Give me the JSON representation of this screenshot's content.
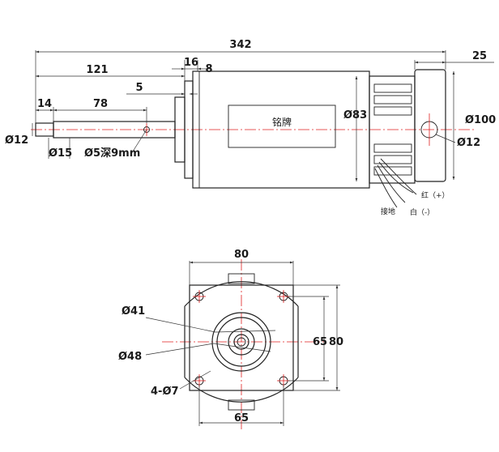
{
  "colors": {
    "outline": "#222222",
    "centerline": "#e02020",
    "background": "#ffffff"
  },
  "side_view": {
    "overall_length": "342",
    "shaft_extension": "121",
    "flange_thickness": "16",
    "collar_width": "8",
    "keyway_offset": "5",
    "shaft_step": "14",
    "shaft_length": "78",
    "end_cap_width": "25",
    "body_diameter": "Ø83",
    "cap_diameter": "Ø100",
    "shaft_diameter": "Ø12",
    "shaft_step_diameter": "Ø15",
    "hole_label": "Ø5深9mm",
    "rear_shaft_diameter": "Ø12",
    "nameplate": "铭牌",
    "wire_red": "红（+）",
    "wire_white": "白（-）",
    "wire_ground": "接地"
  },
  "front_view": {
    "width_top": "80",
    "hole_spacing_bottom": "65",
    "hole_spacing_right": "65",
    "height_right": "80",
    "bore_diameter": "Ø41",
    "pilot_diameter": "Ø48",
    "mount_holes": "4-Ø7"
  }
}
